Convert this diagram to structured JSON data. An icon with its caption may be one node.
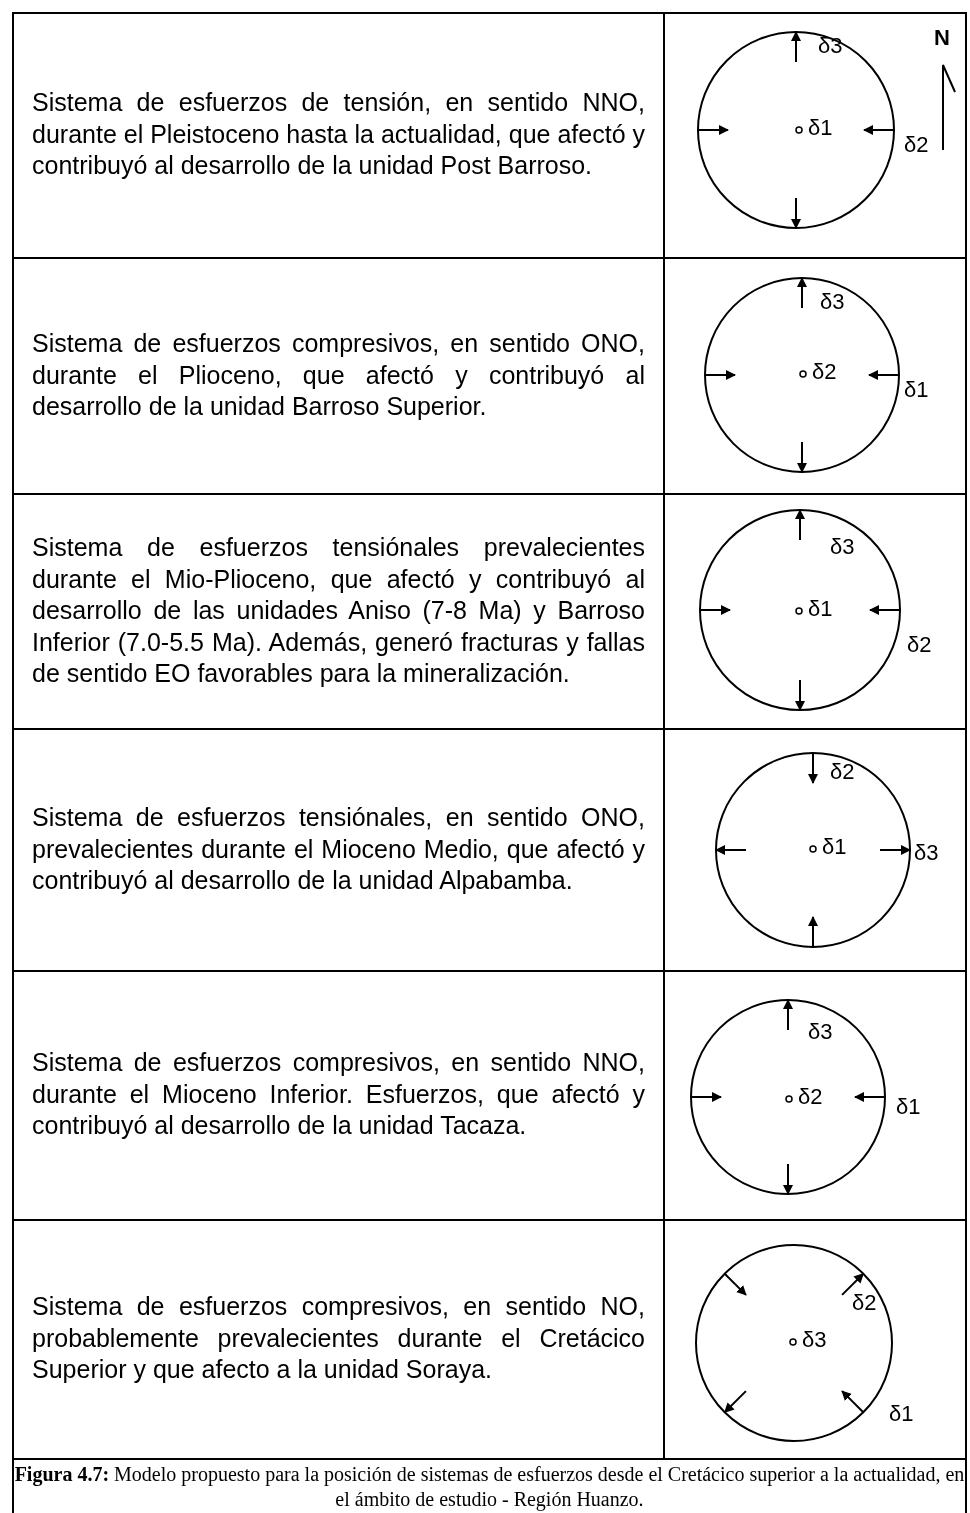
{
  "diagram": {
    "caption": "**Figura  4.7:** Modelo propuesto para la posición de sistemas de esfuerzos desde el Cretácico superior a la actualidad, en el ámbito de estudio -  Región Huanzo.",
    "labels": [
      "Sistema de esfuerzos de tensión, en sentido NNO, durante el Pleistoceno hasta la actualidad, que afectó y contribuyó al desarrollo de la unidad Post Barroso.",
      "δ3",
      "N",
      "δ1",
      "δ2",
      "Sistema de esfuerzos compresivos, en sentido ONO, durante el Plioceno, que afectó y contribuyó al desarrollo de la unidad Barroso Superior.",
      "δ3",
      "δ2",
      "δ1",
      "Sistema de esfuerzos tensiónales prevalecientes durante el Mio-Plioceno, que afectó y contribuyó al desarrollo de las unidades Aniso (7-8 Ma) y Barroso Inferior (7.0-5.5 Ma). Además, generó fracturas y fallas de sentido EO favorables para la mineralización.",
      "δ3",
      "δ1",
      "δ2",
      "Sistema de esfuerzos tensiónales, en sentido ONO, prevalecientes durante el Mioceno Medio, que afectó y contribuyó al desarrollo de la unidad Alpabamba.",
      "δ2",
      "δ1",
      "δ3",
      "Sistema de esfuerzos compresivos, en sentido NNO, durante el Mioceno Inferior. Esfuerzos, que afectó y contribuyó al desarrollo de la unidad Tacaza.",
      "δ3",
      "δ2",
      "δ1",
      "Sistema de esfuerzos compresivos, en sentido NO, probablemente prevalecientes durante el Cretácico Superior y que afecto a la unidad Soraya.",
      "δ2",
      "δ3",
      "δ1"
    ]
  }
}
